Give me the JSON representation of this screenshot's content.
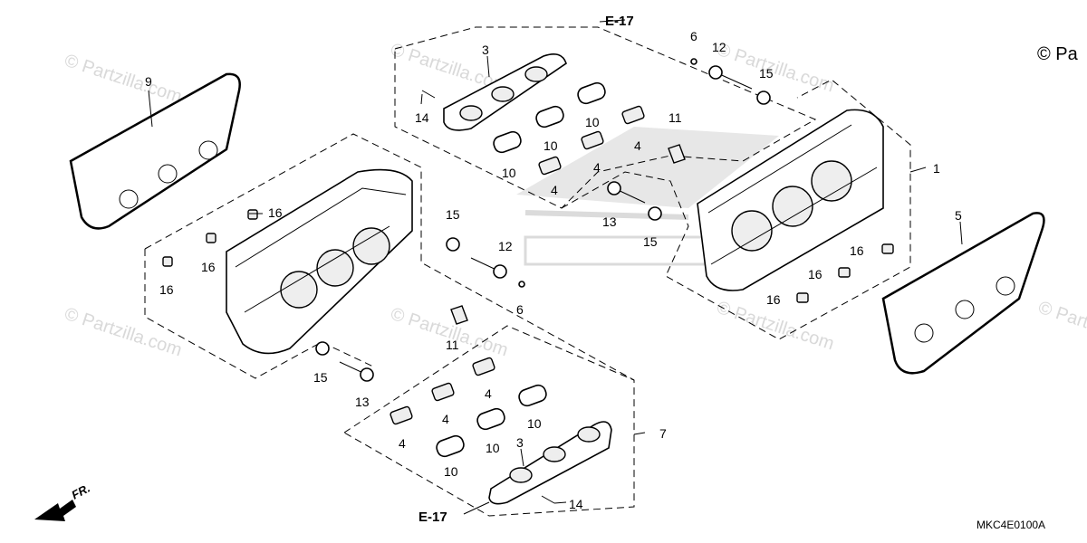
{
  "watermark": {
    "brand": "© Partzilla.com",
    "corner": "© Pa"
  },
  "diagram_code": "MKC4E0100A",
  "front_marker": "FR.",
  "reference_label": "E-17",
  "callouts": {
    "c1": "1",
    "c3a": "3",
    "c3b": "3",
    "c4a": "4",
    "c4b": "4",
    "c4c": "4",
    "c4d": "4",
    "c4e": "4",
    "c4f": "4",
    "c5": "5",
    "c6a": "6",
    "c6b": "6",
    "c7": "7",
    "c9": "9",
    "c10a": "10",
    "c10b": "10",
    "c10c": "10",
    "c10d": "10",
    "c10e": "10",
    "c10f": "10",
    "c11a": "11",
    "c11b": "11",
    "c12a": "12",
    "c12b": "12",
    "c13a": "13",
    "c13b": "13",
    "c14a": "14",
    "c14b": "14",
    "c15a": "15",
    "c15b": "15",
    "c15c": "15",
    "c16a": "16",
    "c16b": "16",
    "c16c": "16",
    "c16d": "16",
    "c16e": "16",
    "c16f": "16"
  }
}
